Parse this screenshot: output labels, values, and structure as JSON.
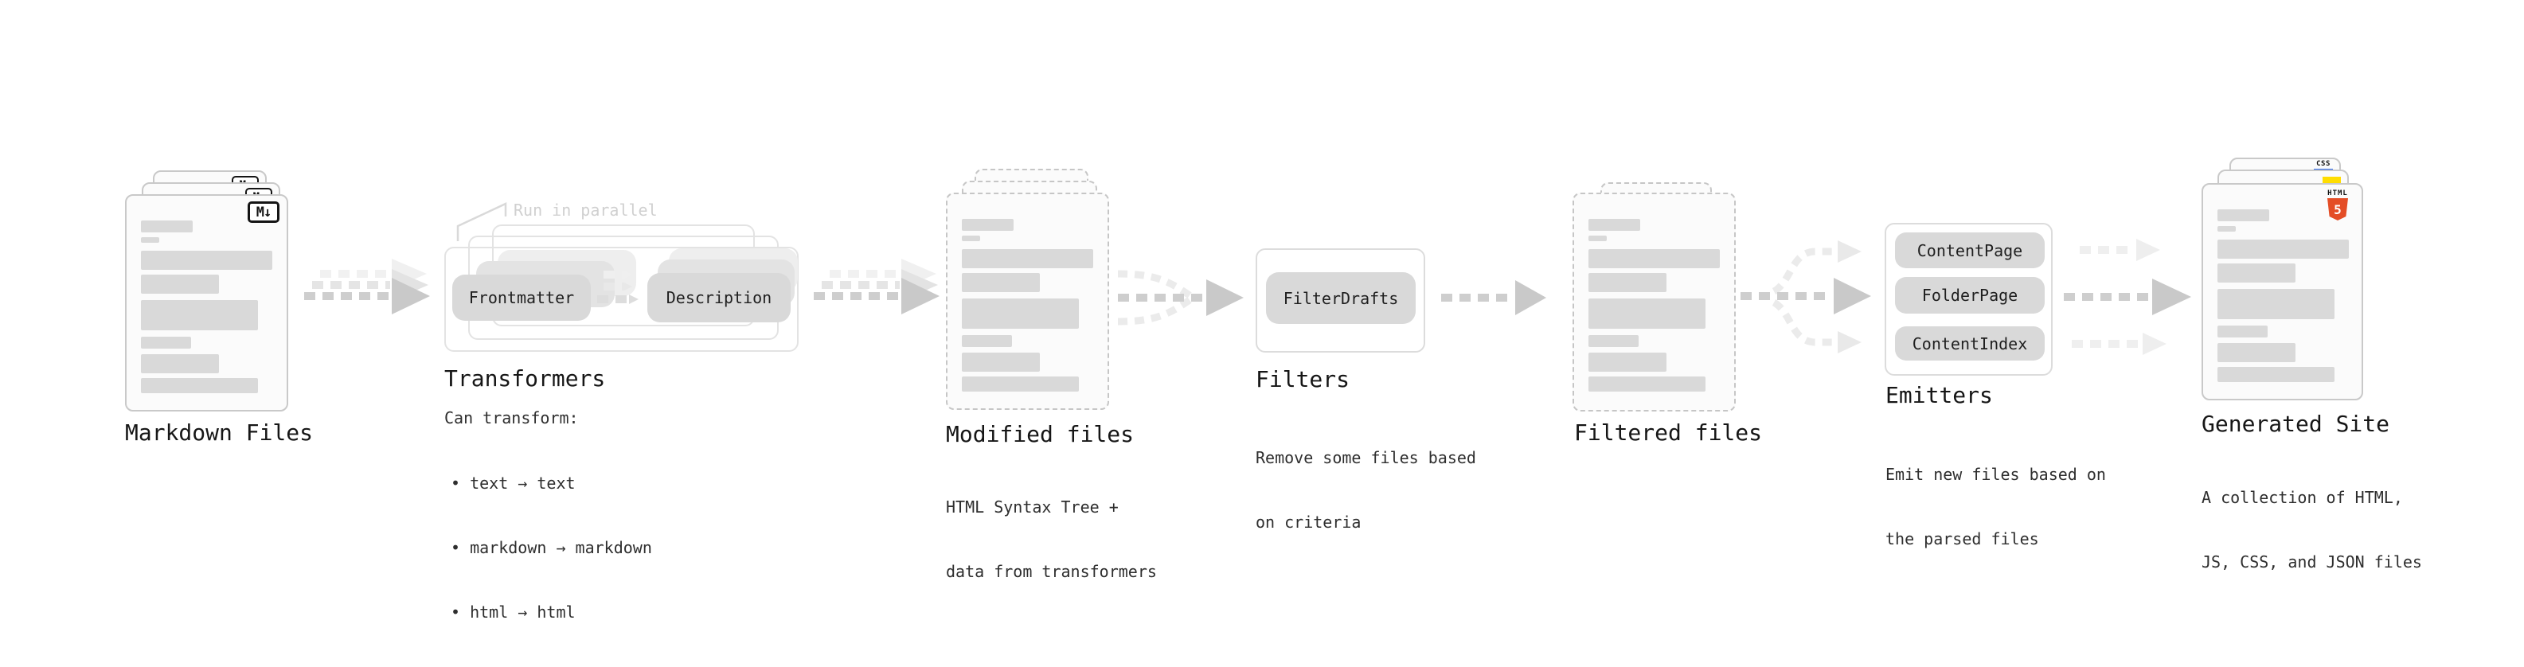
{
  "stages": {
    "markdown_files": {
      "label": "Markdown Files",
      "badge": "M↓"
    },
    "transformers": {
      "title": "Transformers",
      "annotation": "Run in parallel",
      "pill_left": "Frontmatter",
      "pill_right": "Description",
      "subtitle": "Can transform:",
      "bullets": [
        "• text → text",
        "• markdown → markdown",
        "• html → html"
      ]
    },
    "modified_files": {
      "title": "Modified files",
      "desc_lines": [
        "HTML Syntax Tree +",
        "data from transformers"
      ]
    },
    "filters": {
      "title": "Filters",
      "pill": "FilterDrafts",
      "desc_lines": [
        "Remove some files based",
        "on criteria"
      ]
    },
    "filtered_files": {
      "title": "Filtered files"
    },
    "emitters": {
      "title": "Emitters",
      "pills": [
        "ContentPage",
        "FolderPage",
        "ContentIndex"
      ],
      "desc_lines": [
        "Emit new files based on",
        "the parsed files"
      ]
    },
    "generated_site": {
      "title": "Generated Site",
      "desc_lines": [
        "A collection of HTML,",
        "JS, CSS, and JSON files"
      ],
      "html5_label": "HTML",
      "html5_number": "5",
      "css_label": "CSS"
    }
  },
  "colors": {
    "html5_orange": "#e44d26",
    "js_yellow": "#ffdd00",
    "css_blue": "#2765ec",
    "skeleton_gray": "#d9d9d9"
  }
}
